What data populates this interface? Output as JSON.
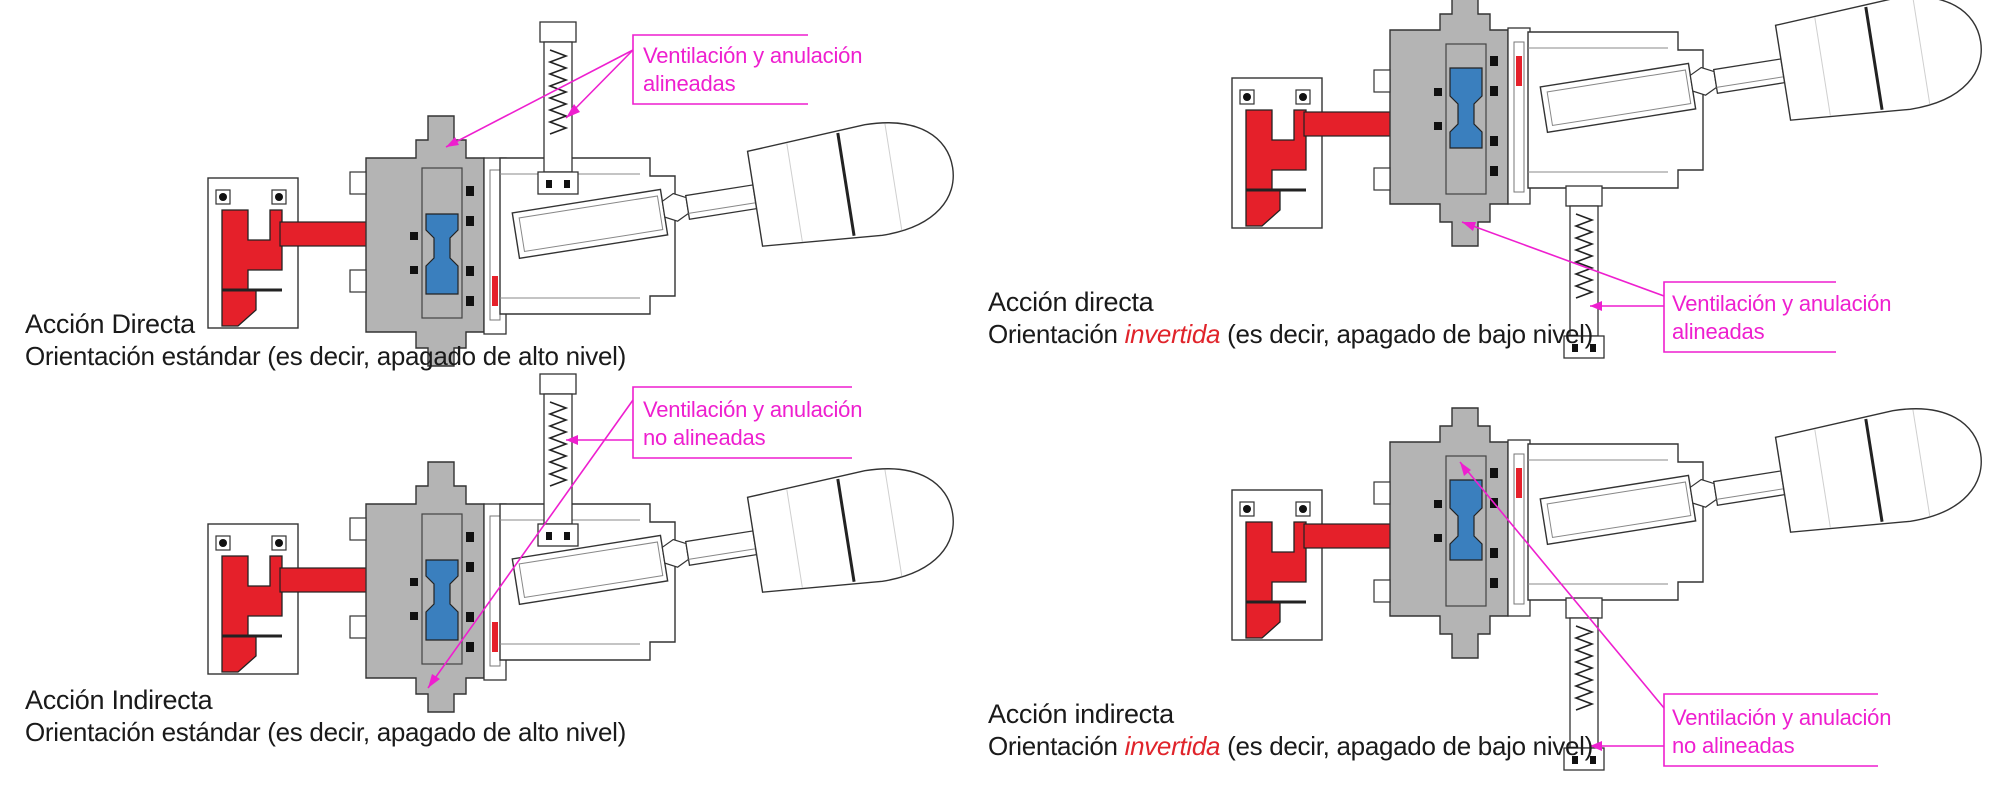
{
  "colors": {
    "body_grey": "#b4b4b4",
    "actuator_red": "#e5202a",
    "seal_blue": "#3a7fbe",
    "callout_magenta": "#ee1fcf",
    "invertida_red": "#e0242b",
    "outline": "#333333"
  },
  "panels": [
    {
      "title": "Acción Directa",
      "subtitle": "Orientación estándar (es decir, apagado de alto nivel)",
      "callout_line1": "Ventilación y anulación",
      "callout_line2": "alineadas"
    },
    {
      "title": "Acción Indirecta",
      "subtitle": "Orientación estándar (es decir, apagado de alto nivel)",
      "callout_line1": "Ventilación y anulación",
      "callout_line2": "no alineadas"
    },
    {
      "title": "Acción directa",
      "subtitle_pre": "Orientación ",
      "subtitle_em": "invertida",
      "subtitle_post": " (es decir, apagado de bajo nivel)",
      "callout_line1": "Ventilación y anulación",
      "callout_line2": "alineadas"
    },
    {
      "title": "Acción indirecta",
      "subtitle_pre": "Orientación ",
      "subtitle_em": "invertida",
      "subtitle_post": " (es decir, apagado de bajo nivel)",
      "callout_line1": "Ventilación y anulación",
      "callout_line2": "no alineadas"
    }
  ]
}
